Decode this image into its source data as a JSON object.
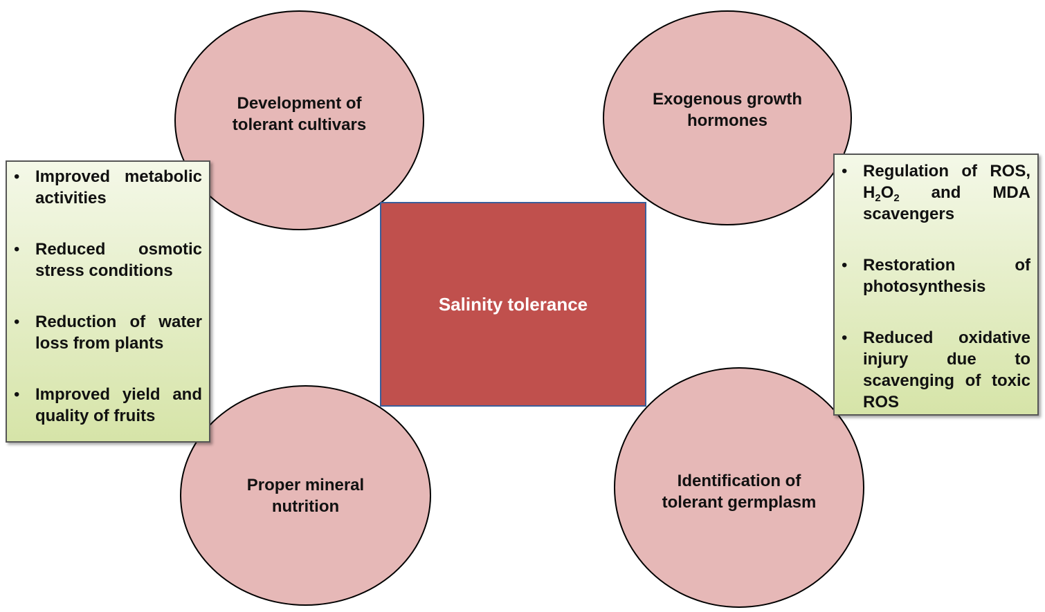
{
  "colors": {
    "ellipse_fill": "#e6b8b7",
    "center_fill": "#c0504d",
    "center_border": "#3a5e9a",
    "box_gradient_top": "#f4f8e8",
    "box_gradient_bottom": "#d6e4a8"
  },
  "center": {
    "label": "Salinity tolerance"
  },
  "ellipses": {
    "top_left": {
      "line1": "Development of",
      "line2": "tolerant cultivars"
    },
    "top_right": {
      "line1": "Exogenous growth",
      "line2": "hormones"
    },
    "bottom_left": {
      "line1": "Proper mineral",
      "line2": "nutrition"
    },
    "bottom_right": {
      "line1": "Identification of",
      "line2": "tolerant germplasm"
    }
  },
  "left_box": {
    "bullet": "•",
    "items": [
      "Improved metabolic activities",
      "Reduced osmotic stress conditions",
      "Reduction of water loss from plants",
      "Improved yield and quality of fruits"
    ]
  },
  "right_box": {
    "bullet": "•",
    "item1": {
      "part_a": "Regulation of ROS, H",
      "sub_a": "2",
      "part_b": "O",
      "sub_b": "2",
      "part_c": " and MDA scavengers"
    },
    "item2": "Restoration of photosynthesis",
    "item3": "Reduced oxidative injury due to scavenging of toxic ROS"
  }
}
